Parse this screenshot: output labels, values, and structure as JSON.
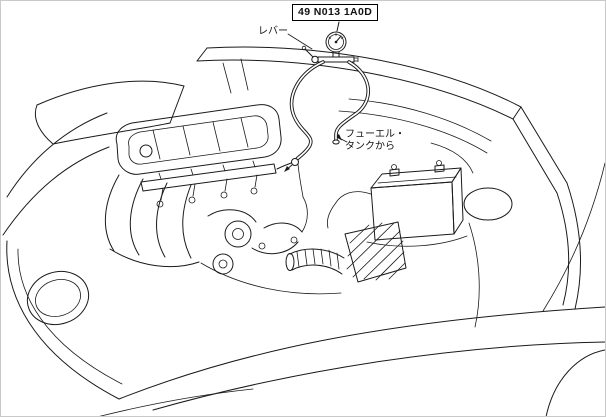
{
  "diagram": {
    "part_number": "49 N013 1A0D",
    "labels": {
      "lever": "レバー",
      "fuel_tank_line1": "フューエル・",
      "fuel_tank_line2": "タンクから"
    },
    "colors": {
      "line": "#1a1a1a",
      "background": "#ffffff"
    }
  }
}
